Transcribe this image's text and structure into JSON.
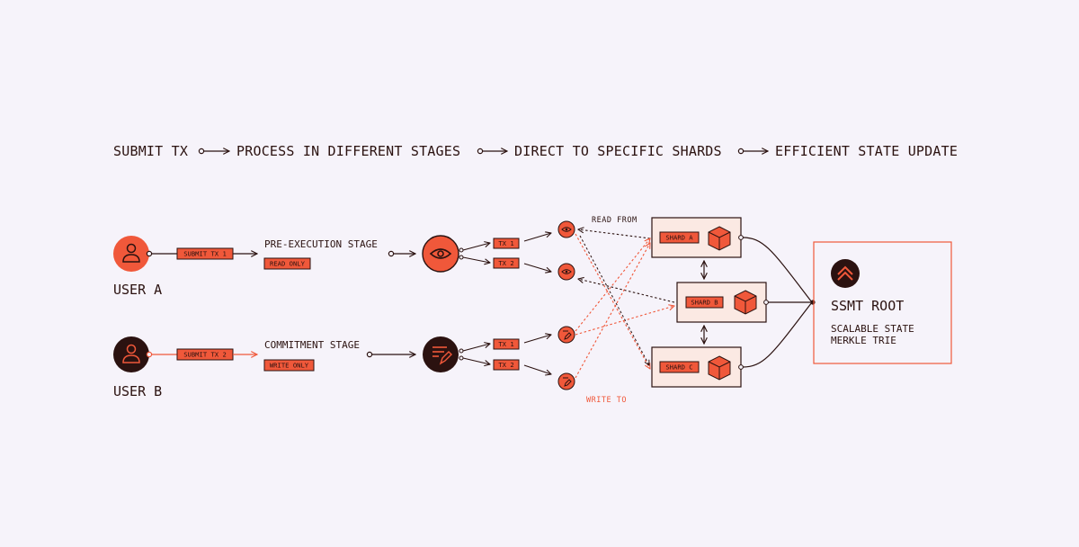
{
  "header": {
    "steps": [
      "SUBMIT TX",
      "PROCESS IN DIFFERENT STAGES",
      "DIRECT TO SPECIFIC SHARDS",
      "EFFICIENT STATE UPDATE"
    ]
  },
  "users": [
    {
      "label": "USER A",
      "submit_tag": "SUBMIT TX 1"
    },
    {
      "label": "USER B",
      "submit_tag": "SUBMIT TX 2"
    }
  ],
  "stages": [
    {
      "label": "PRE-EXECUTION STAGE",
      "tag": "READ ONLY",
      "icon": "eye-icon"
    },
    {
      "label": "COMMITMENT STAGE",
      "tag": "WRITE ONLY",
      "icon": "edit-document-icon"
    }
  ],
  "tx_tags": [
    "TX 1",
    "TX 2",
    "TX 1",
    "TX 2"
  ],
  "notes": {
    "read": "READ FROM",
    "write": "WRITE TO"
  },
  "shards": [
    "SHARD A",
    "SHARD B",
    "SHARD C"
  ],
  "root": {
    "title": "SSMT ROOT",
    "subtitle_line1": "SCALABLE STATE",
    "subtitle_line2": "MERKLE TRIE"
  },
  "colors": {
    "accent": "#f0583a",
    "dark": "#2b1210",
    "background": "#f6f3fa",
    "shard_fill": "#fbe9e3",
    "tag_fill": "#f0583a"
  }
}
